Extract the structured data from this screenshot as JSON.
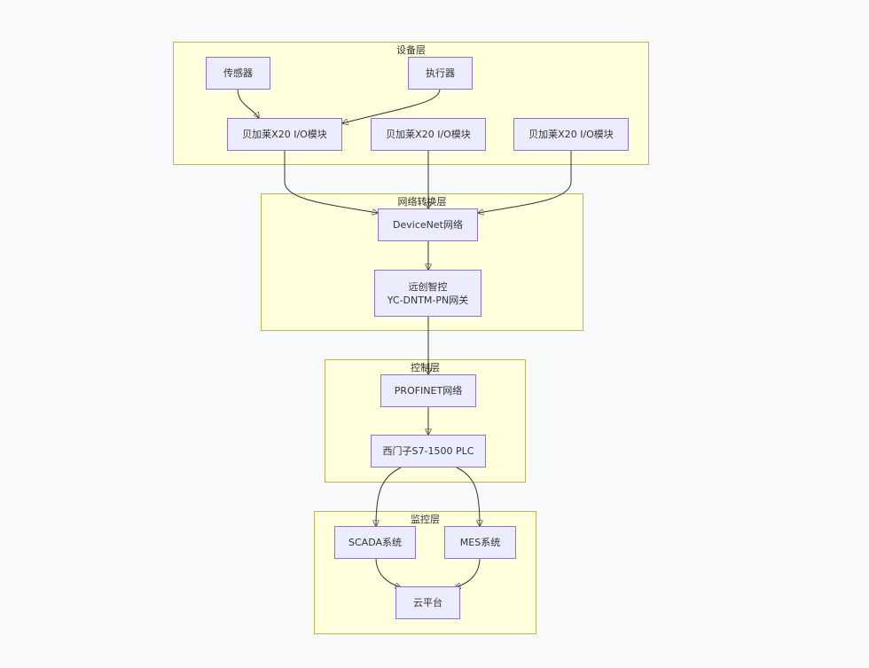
{
  "clusters": {
    "device_layer": "设备层",
    "network_layer": "网络转换层",
    "control_layer": "控制层",
    "monitor_layer": "监控层"
  },
  "nodes": {
    "sensor": "传感器",
    "actuator": "执行器",
    "io_module_1": "贝加莱X20 I/O模块",
    "io_module_2": "贝加莱X20 I/O模块",
    "io_module_3": "贝加莱X20 I/O模块",
    "devicenet": "DeviceNet网络",
    "gateway_line1": "远创智控",
    "gateway_line2": "YC-DNTM-PN网关",
    "profinet": "PROFINET网络",
    "plc": "西门子S7-1500 PLC",
    "scada": "SCADA系统",
    "mes": "MES系统",
    "cloud": "云平台"
  },
  "colors": {
    "cluster_fill": "#ffffde",
    "cluster_border": "#b5b55a",
    "node_fill": "#ececff",
    "node_border": "#9370db",
    "edge": "#333333"
  }
}
